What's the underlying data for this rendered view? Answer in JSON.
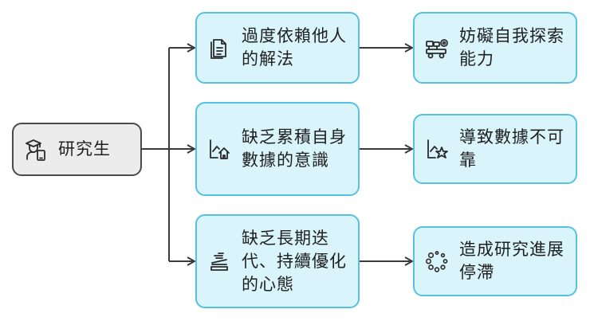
{
  "root": {
    "label": "研究生",
    "icon": "graduate-user-icon"
  },
  "middle": [
    {
      "label": "過度依賴他人的解法",
      "icon": "documents-icon"
    },
    {
      "label": "缺乏累積自身數據的意識",
      "icon": "chart-home-icon"
    },
    {
      "label": "缺乏長期迭代、持續優化的心態",
      "icon": "stamp-icon"
    }
  ],
  "outcomes": [
    {
      "label": "妨礙自我探索能力",
      "icon": "robot-rover-icon"
    },
    {
      "label": "導致數據不可靠",
      "icon": "chart-star-icon"
    },
    {
      "label": "造成研究進展停滯",
      "icon": "loading-dots-icon"
    }
  ],
  "colors": {
    "node_fill": "#d9f4fb",
    "node_border": "#55c1e3",
    "root_fill": "#ececec",
    "root_border": "#4a4a4a",
    "line": "#3a3a3a"
  }
}
